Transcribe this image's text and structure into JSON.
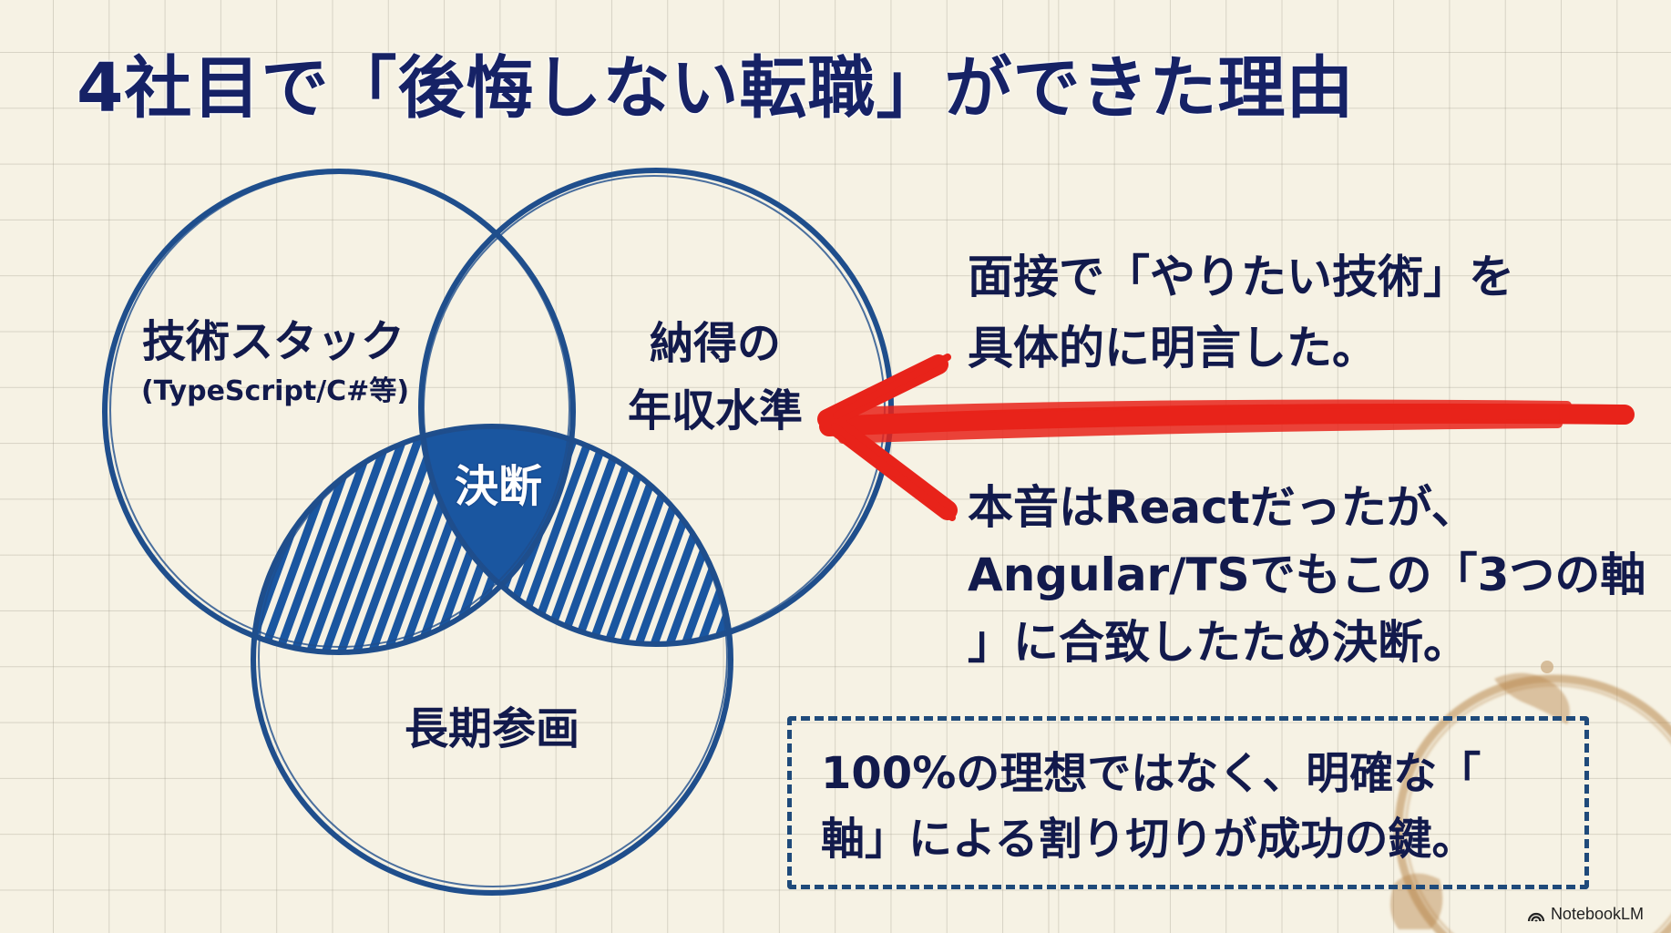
{
  "title": "4社目で「後悔しない転職」ができた理由",
  "venn": {
    "circles": [
      {
        "id": "tech",
        "label": "技術スタック",
        "sublabel": "(TypeScript/C#等)"
      },
      {
        "id": "income",
        "label_line1": "納得の",
        "label_line2": "年収水準"
      },
      {
        "id": "long_term",
        "label": "長期参画"
      }
    ],
    "intersection_label": "決断",
    "colors": {
      "stroke": "#1f4e8c",
      "fill": "#1a56a0",
      "text": "#121a4c"
    }
  },
  "arrow": {
    "color": "#e8231a",
    "direction": "left",
    "points_to": "年収水準"
  },
  "notes": {
    "interview": {
      "line1": "面接で「やりたい技術」を",
      "line2": "具体的に明言した。"
    },
    "decision": {
      "line1": "本音はReactだったが、",
      "line2": "Angular/TSでもこの「3つの軸",
      "line3": "」に合致したため決断。"
    }
  },
  "key_message": {
    "line1": "100%の理想ではなく、明確な「",
    "line2": "軸」による割り切りが成功の鍵。",
    "border_color": "#1f4a7a"
  },
  "branding": {
    "label": "NotebookLM"
  }
}
